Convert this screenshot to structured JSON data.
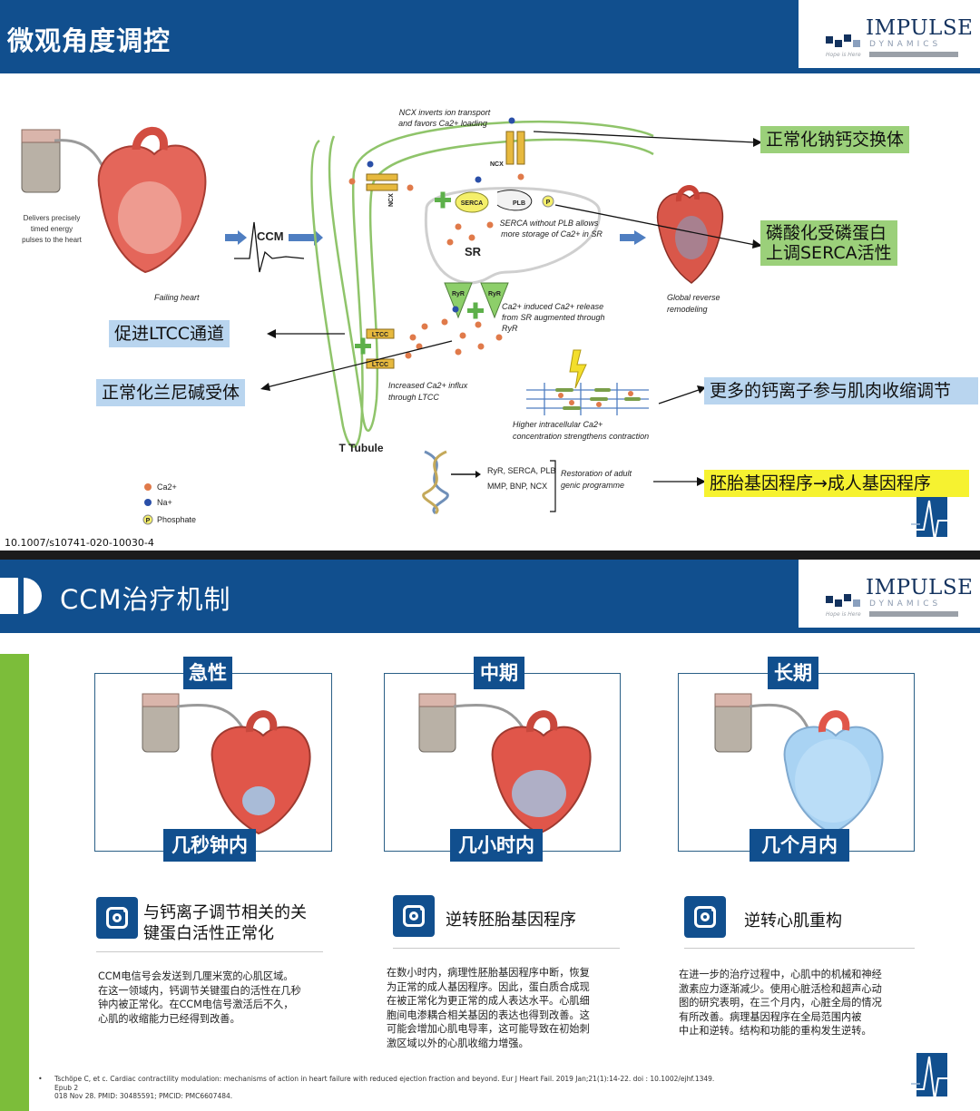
{
  "slide1": {
    "title": "微观角度调控",
    "logo": {
      "word": "IMPULSE",
      "sub": "DYNAMICS",
      "tagline": "Hope is Here"
    },
    "figure": {
      "ncx_note_1": "NCX inverts ion transport",
      "ncx_note_2": "and favors Ca2+ loading",
      "ncx_label": "NCX",
      "ncx_vertical": "NCX",
      "serca": "SERCA",
      "plb": "PLB",
      "p": "P",
      "serca_note_1": "SERCA without PLB allows",
      "serca_note_2": "more storage of Ca2+ in SR",
      "sr": "SR",
      "ryr_1": "RyR",
      "ryr_2": "RyR",
      "ryr_note_1": "Ca2+ induced Ca2+ release",
      "ryr_note_2": "from SR augmented through",
      "ryr_note_3": "RyR",
      "ltcc_1": "LTCC",
      "ltcc_2": "LTCC",
      "influx_1": "Increased Ca2+ influx",
      "influx_2": "through LTCC",
      "t_tubule": "T Tubule",
      "ccm": "CCM",
      "device_1": "Delivers precisely",
      "device_2": "timed energy",
      "device_3": "pulses to the heart",
      "failing_heart": "Failing heart",
      "global_1": "Global reverse",
      "global_2": "remodeling",
      "contract_1": "Higher intracellular Ca2+",
      "contract_2": "concentration strengthens contraction",
      "genes_1": "RyR, SERCA, PLB",
      "genes_2": "MMP, BNP, NCX",
      "restore_1": "Restoration of adult",
      "restore_2": "genic programme",
      "legend_ca": "Ca2+",
      "legend_na": "Na+",
      "legend_p": "Phosphate",
      "legend_p_mark": "P"
    },
    "labels": {
      "ncx": "正常化钠钙交换体",
      "plb_1": "磷酸化受磷蛋白",
      "plb_2": "上调SERCA活性",
      "ltcc": "促进LTCC通道",
      "ryr": "正常化兰尼碱受体",
      "more_ca": "更多的钙离子参与肌肉收缩调节",
      "gene": "胚胎基因程序→成人基因程序"
    },
    "doi": "10.1007/s10741-020-10030-4",
    "colors": {
      "header": "#114f8e",
      "green_label": "#9bd07a",
      "blue_label": "#b9d5ef",
      "yellow_label": "#f6f230",
      "ca_ion": "#e07a4a",
      "na_ion": "#2a4fa8"
    }
  },
  "slide2": {
    "title": "CCM治疗机制",
    "logo": {
      "word": "IMPULSE",
      "sub": "DYNAMICS",
      "tagline": "Hope is Here"
    },
    "columns": [
      {
        "tag_top": "急性",
        "tag_bottom": "几秒钟内",
        "heading_1": "与钙离子调节相关的关",
        "heading_2": "键蛋白活性正常化",
        "body": [
          "CCM电信号会发送到几厘米宽的心肌区域。",
          "在这一领域内，钙调节关键蛋白的活性在几秒",
          "钟内被正常化。在CCM电信号激活后不久，",
          "心肌的收缩能力已经得到改善。"
        ]
      },
      {
        "tag_top": "中期",
        "tag_bottom": "几小时内",
        "heading_1": "逆转胚胎基因程序",
        "body": [
          "在数小时内，病理性胚胎基因程序中断，恢复",
          "为正常的成人基因程序。因此，蛋白质合成现",
          "在被正常化为更正常的成人表达水平。心肌细",
          "胞间电渗耦合相关基因的表达也得到改善。这",
          "可能会增加心肌电导率，这可能导致在初始刺",
          "激区域以外的心肌收缩力增强。"
        ]
      },
      {
        "tag_top": "长期",
        "tag_bottom": "几个月内",
        "heading_1": "逆转心肌重构",
        "body": [
          "在进一步的治疗过程中，心肌中的机械和神经",
          "激素应力逐渐减少。使用心脏活检和超声心动",
          "图的研究表明，在三个月内，心脏全局的情况",
          "有所改善。病理基因程序在全局范围内被",
          "中止和逆转。结构和功能的重构发生逆转。"
        ]
      }
    ],
    "reference_bullet": "•",
    "reference_1": "Tschöpe C, et c. Cardiac contractility modulation: mechanisms of action in heart failure with reduced ejection fraction and beyond. Eur J Heart Fail. 2019 Jan;21(1):14-22. doi : 10.1002/ejhf.1349. Epub 2",
    "reference_2": "018 Nov 28. PMID: 30485591; PMCID: PMC6607484.",
    "colors": {
      "header": "#114f8e",
      "accent_green": "#7cbd3a"
    }
  }
}
